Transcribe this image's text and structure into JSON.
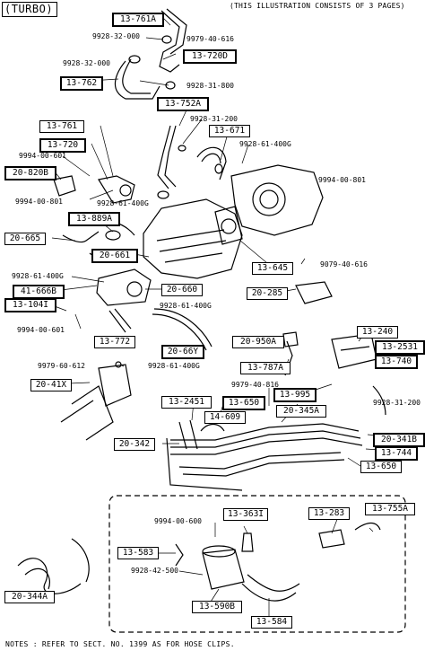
{
  "header": {
    "variant": "(TURBO)",
    "page_note": "(THIS ILLUSTRATION CONSISTS OF  3 PAGES)"
  },
  "footer": {
    "notes": "NOTES : REFER TO SECT. NO. 1399 AS FOR HOSE CLIPS."
  },
  "callouts": [
    "13-761A",
    "13-720D",
    "13-762",
    "13-752A",
    "13-761",
    "13-671",
    "13-720",
    "20-820B",
    "13-889A",
    "20-665",
    "20-661",
    "41-666B",
    "13-104I",
    "20-660",
    "13-772",
    "20-66Y",
    "13-645",
    "20-285",
    "20-950A",
    "13-240",
    "13-2531",
    "13-740",
    "13-787A",
    "13-995",
    "20-41X",
    "13-2451",
    "13-650",
    "14-609",
    "20-345A",
    "20-342",
    "20-341B",
    "13-744",
    "13-650",
    "13-363I",
    "13-283",
    "13-755A",
    "13-583",
    "13-590B",
    "13-584",
    "20-344A"
  ],
  "part_numbers": [
    "9928-32-000",
    "9979-40-616",
    "9928-32-000",
    "9928-31-800",
    "9928-31-200",
    "9928-61-400G",
    "9994-00-601",
    "9994-00-801",
    "9928-61-400G",
    "9994-00-801",
    "9079-40-616",
    "9928-61-400G",
    "9994-00-601",
    "9928-61-400G",
    "9928-61-400G",
    "9979-60-612",
    "9979-40-816",
    "9928-31-200",
    "9994-00-600",
    "9928-42-500"
  ]
}
